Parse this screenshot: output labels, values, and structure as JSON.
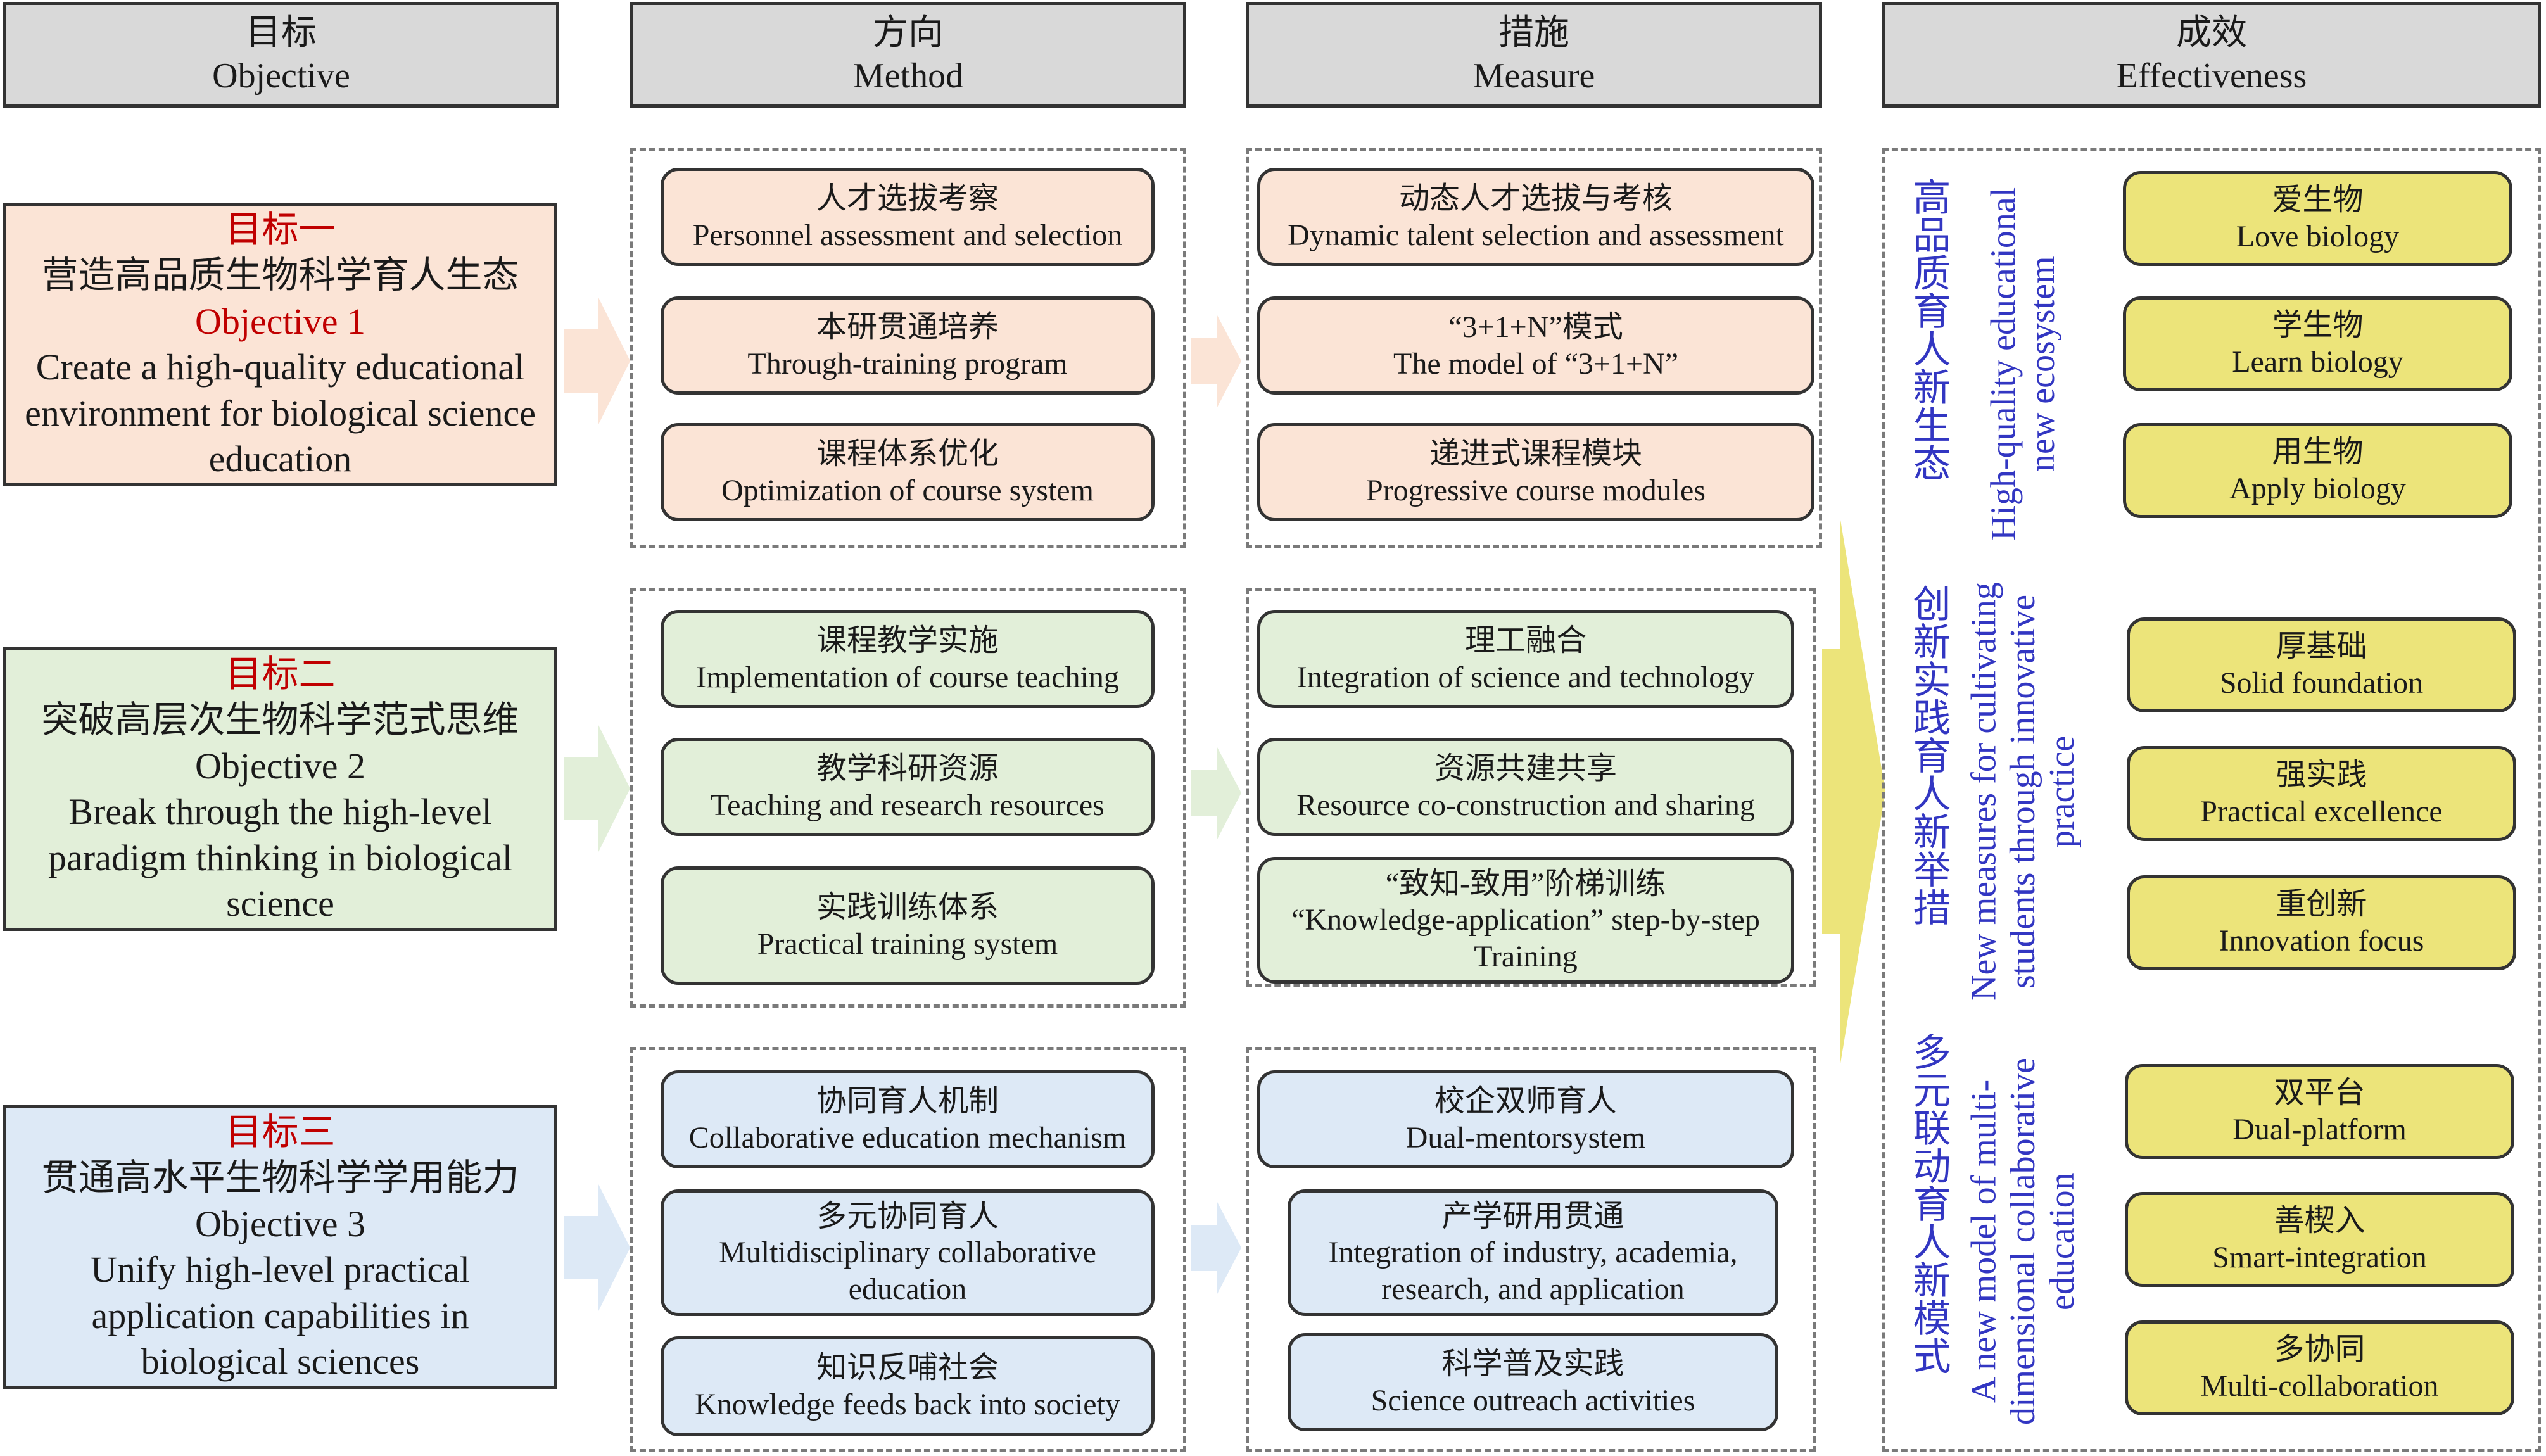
{
  "headers": [
    {
      "cn": "目标",
      "en": "Objective"
    },
    {
      "cn": "方向",
      "en": "Method"
    },
    {
      "cn": "措施",
      "en": "Measure"
    },
    {
      "cn": "成效",
      "en": "Effectiveness"
    }
  ],
  "objectives": [
    {
      "cn_label": "目标一",
      "cn_text": "营造高品质生物科学育人生态",
      "en_label": "Objective 1",
      "en_text": "Create a high-quality educational environment for biological science education"
    },
    {
      "cn_label": "目标二",
      "cn_text": "突破高层次生物科学范式思维",
      "en_label": "Objective 2",
      "en_text": "Break through the high-level paradigm thinking in biological science"
    },
    {
      "cn_label": "目标三",
      "cn_text": "贯通高水平生物科学学用能力",
      "en_label": "Objective 3",
      "en_text": "Unify high-level practical application capabilities in biological sciences"
    }
  ],
  "methods": [
    [
      {
        "cn": "人才选拔考察",
        "en": "Personnel assessment and selection"
      },
      {
        "cn": "本研贯通培养",
        "en": "Through-training program"
      },
      {
        "cn": "课程体系优化",
        "en": "Optimization of course system"
      }
    ],
    [
      {
        "cn": "课程教学实施",
        "en": "Implementation of course teaching"
      },
      {
        "cn": "教学科研资源",
        "en": "Teaching and research resources"
      },
      {
        "cn": "实践训练体系",
        "en": "Practical training system"
      }
    ],
    [
      {
        "cn": "协同育人机制",
        "en": "Collaborative  education mechanism"
      },
      {
        "cn": "多元协同育人",
        "en": "Multidisciplinary collaborative education"
      },
      {
        "cn": "知识反哺社会",
        "en": "Knowledge feeds back into society"
      }
    ]
  ],
  "measures": [
    [
      {
        "cn": "动态人才选拔与考核",
        "en": "Dynamic talent selection and assessment"
      },
      {
        "cn": "“3+1+N”模式",
        "en": "The model of “3+1+N”"
      },
      {
        "cn": "递进式课程模块",
        "en": "Progressive course modules"
      }
    ],
    [
      {
        "cn": "理工融合",
        "en": "Integration of science and technology"
      },
      {
        "cn": "资源共建共享",
        "en": "Resource co-construction and sharing"
      },
      {
        "cn": "“致知-致用”阶梯训练",
        "en": "“Knowledge-application” step-by-step Training"
      }
    ],
    [
      {
        "cn": "校企双师育人",
        "en": "Dual-mentorsystem"
      },
      {
        "cn": "产学研用贯通",
        "en": "Integration of industry, academia, research, and application"
      },
      {
        "cn": "科学普及实践",
        "en": "Science outreach activities"
      }
    ]
  ],
  "effect_groups": [
    {
      "cn": "高品质育人新生态",
      "en": "High-quality educational new ecosystem"
    },
    {
      "cn": "创新实践育人新举措",
      "en": "New measures for cultivating students through innovative practice"
    },
    {
      "cn": "多元联动育人新模式",
      "en": "A new model of multi-dimensional collaborative education"
    }
  ],
  "effects": [
    [
      {
        "cn": "爱生物",
        "en": "Love biology"
      },
      {
        "cn": "学生物",
        "en": "Learn biology"
      },
      {
        "cn": "用生物",
        "en": "Apply biology"
      }
    ],
    [
      {
        "cn": "厚基础",
        "en": "Solid foundation"
      },
      {
        "cn": "强实践",
        "en": "Practical excellence"
      },
      {
        "cn": "重创新",
        "en": "Innovation focus"
      }
    ],
    [
      {
        "cn": "双平台",
        "en": "Dual-platform"
      },
      {
        "cn": "善楔入",
        "en": "Smart-integration"
      },
      {
        "cn": "多协同",
        "en": "Multi-collaboration"
      }
    ]
  ],
  "colors": {
    "orange_fill": "#fbe4d6",
    "green_fill": "#e2efd9",
    "blue_fill": "#dde9f6",
    "yellow_fill": "#ece47a",
    "objective_red": "#c00000",
    "effect_text_blue": "#3236c2",
    "header_fill": "#d9d9d9"
  }
}
